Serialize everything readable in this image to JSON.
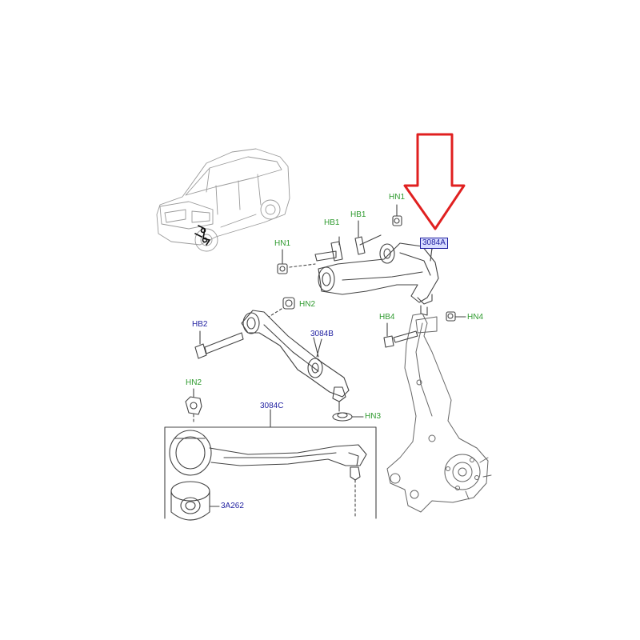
{
  "labels": {
    "hn1_top": "HN1",
    "hb1_left": "HB1",
    "hb1_right": "HB1",
    "hn1_left": "HN1",
    "part_3084a": "3084A",
    "hn2_mid": "HN2",
    "hb2": "HB2",
    "part_3084b": "3084B",
    "hb4": "HB4",
    "hn4": "HN4",
    "hn2_low": "HN2",
    "part_3084c": "3084C",
    "hn3": "HN3",
    "part_3a262": "3A262"
  },
  "colors": {
    "hardware_label": "#2e9a2e",
    "part_label": "#1f1fa0",
    "arrow": "#e02020",
    "line_art": "#444444"
  },
  "icons": {
    "pointer": "down-arrow-icon",
    "vehicle": "vehicle-icon"
  }
}
